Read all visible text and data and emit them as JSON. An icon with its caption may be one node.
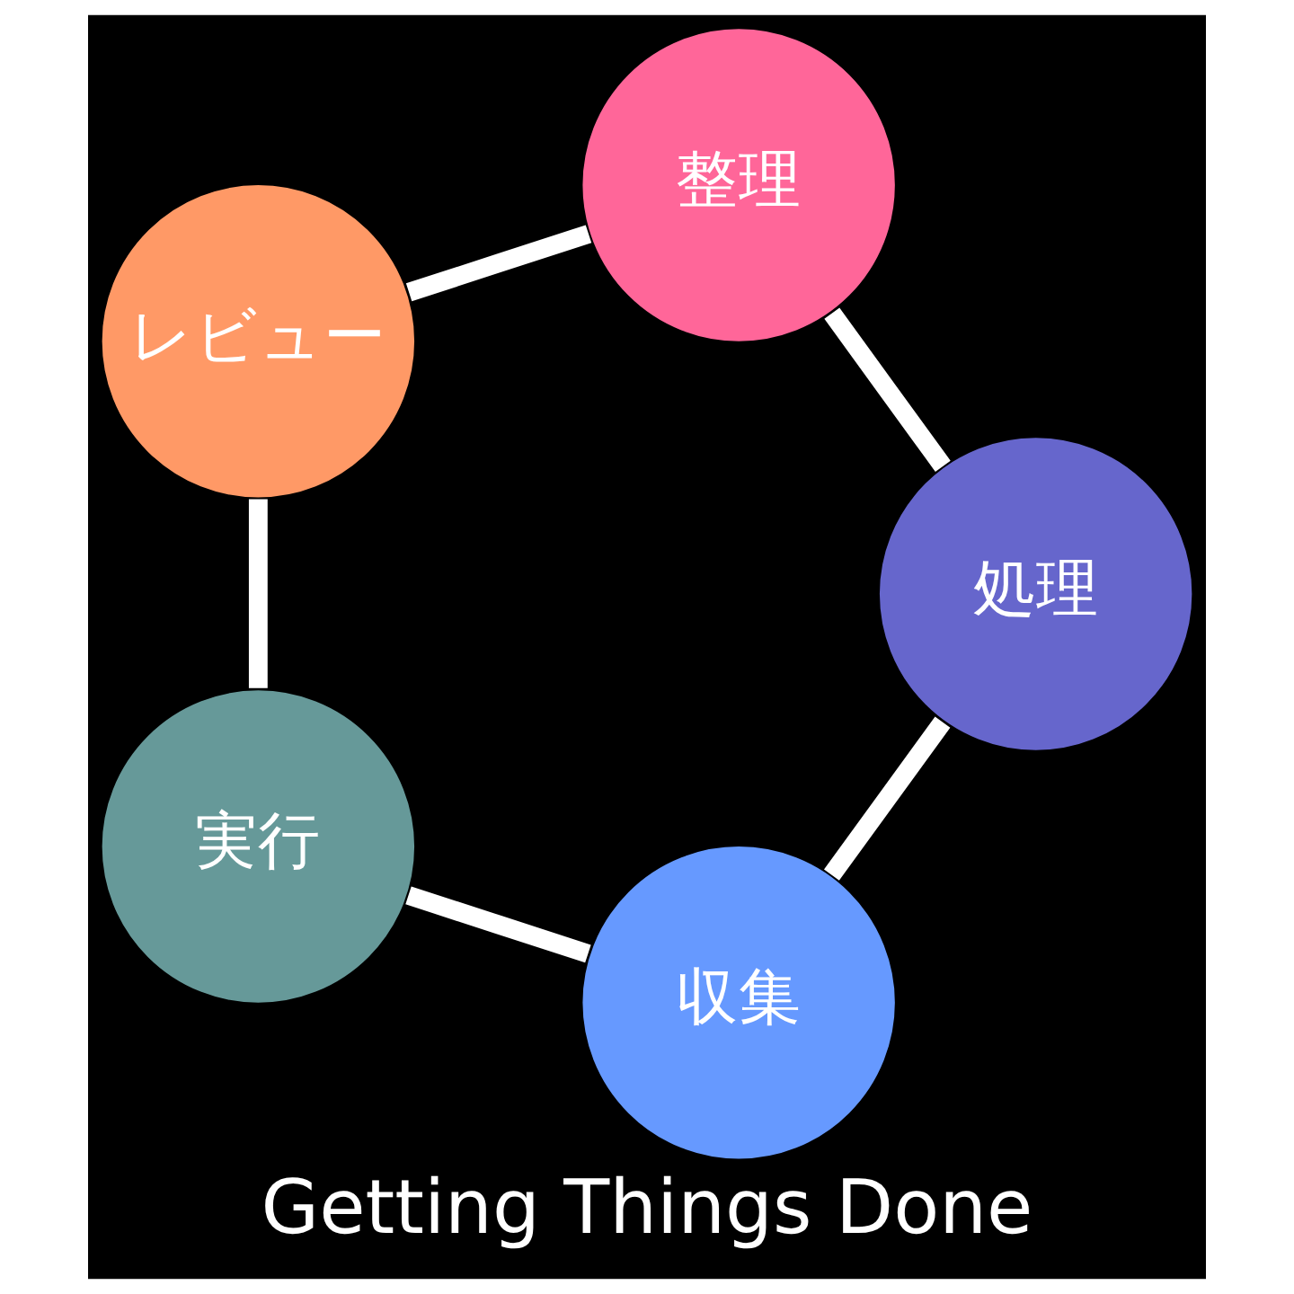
{
  "diagram": {
    "title": "Getting Things Done",
    "nodes": [
      {
        "text": [
          "収集"
        ]
      },
      {
        "text": [
          "実行"
        ]
      },
      {
        "text": [
          "レビュー"
        ]
      },
      {
        "text": [
          "整理"
        ]
      },
      {
        "text": [
          "処理"
        ]
      }
    ],
    "edges": [
      {
        "from": 4,
        "to": 0,
        "arrow": "none"
      },
      {
        "from": 0,
        "to": 1,
        "arrow": "none"
      },
      {
        "from": 1,
        "to": 2,
        "arrow": "none"
      },
      {
        "from": 2,
        "to": 3,
        "arrow": "none"
      },
      {
        "from": 3,
        "to": 4,
        "arrow": "none"
      }
    ]
  }
}
